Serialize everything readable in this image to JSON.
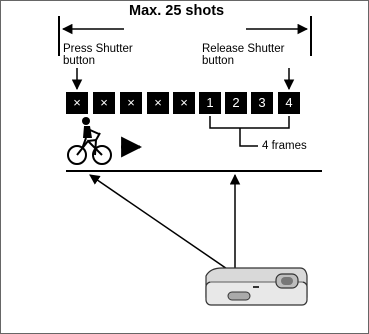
{
  "diagram": {
    "title": "Max. 25 shots",
    "press_label": "Press Shutter\nbutton",
    "release_label": "Release Shutter\nbutton",
    "frames_label": "4 frames",
    "cells": [
      "×",
      "×",
      "×",
      "×",
      "×",
      "1",
      "2",
      "3",
      "4"
    ]
  },
  "icons": {
    "subject": "cyclist-icon",
    "motion": "right-arrow-icon",
    "device": "camera-icon"
  },
  "colors": {
    "cell_bg": "#000000",
    "cell_text": "#ffffff"
  }
}
